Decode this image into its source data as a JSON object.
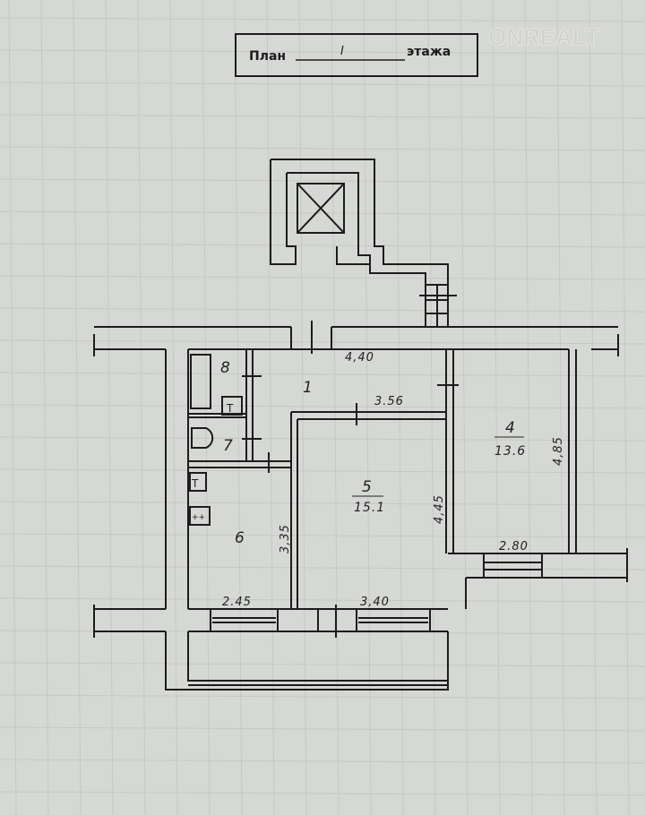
{
  "title": {
    "plan_label": "План",
    "floor_value": "I",
    "floor_suffix": "этажа"
  },
  "watermark": "ONREALT",
  "rooms": [
    {
      "number": "1"
    },
    {
      "number": "4",
      "area": "13.6"
    },
    {
      "number": "5",
      "area": "15.1"
    },
    {
      "number": "6"
    },
    {
      "number": "7"
    },
    {
      "number": "8"
    }
  ],
  "dimensions": {
    "corridor_length": "4,40",
    "room5_top": "3.56",
    "room5_height": "4,45",
    "room4_height": "4,85",
    "room4_width": "2.80",
    "room6_height": "3,35",
    "room6_width": "2.45",
    "room5_width": "3,40"
  },
  "fixtures": {
    "stove_symbol": "T"
  }
}
